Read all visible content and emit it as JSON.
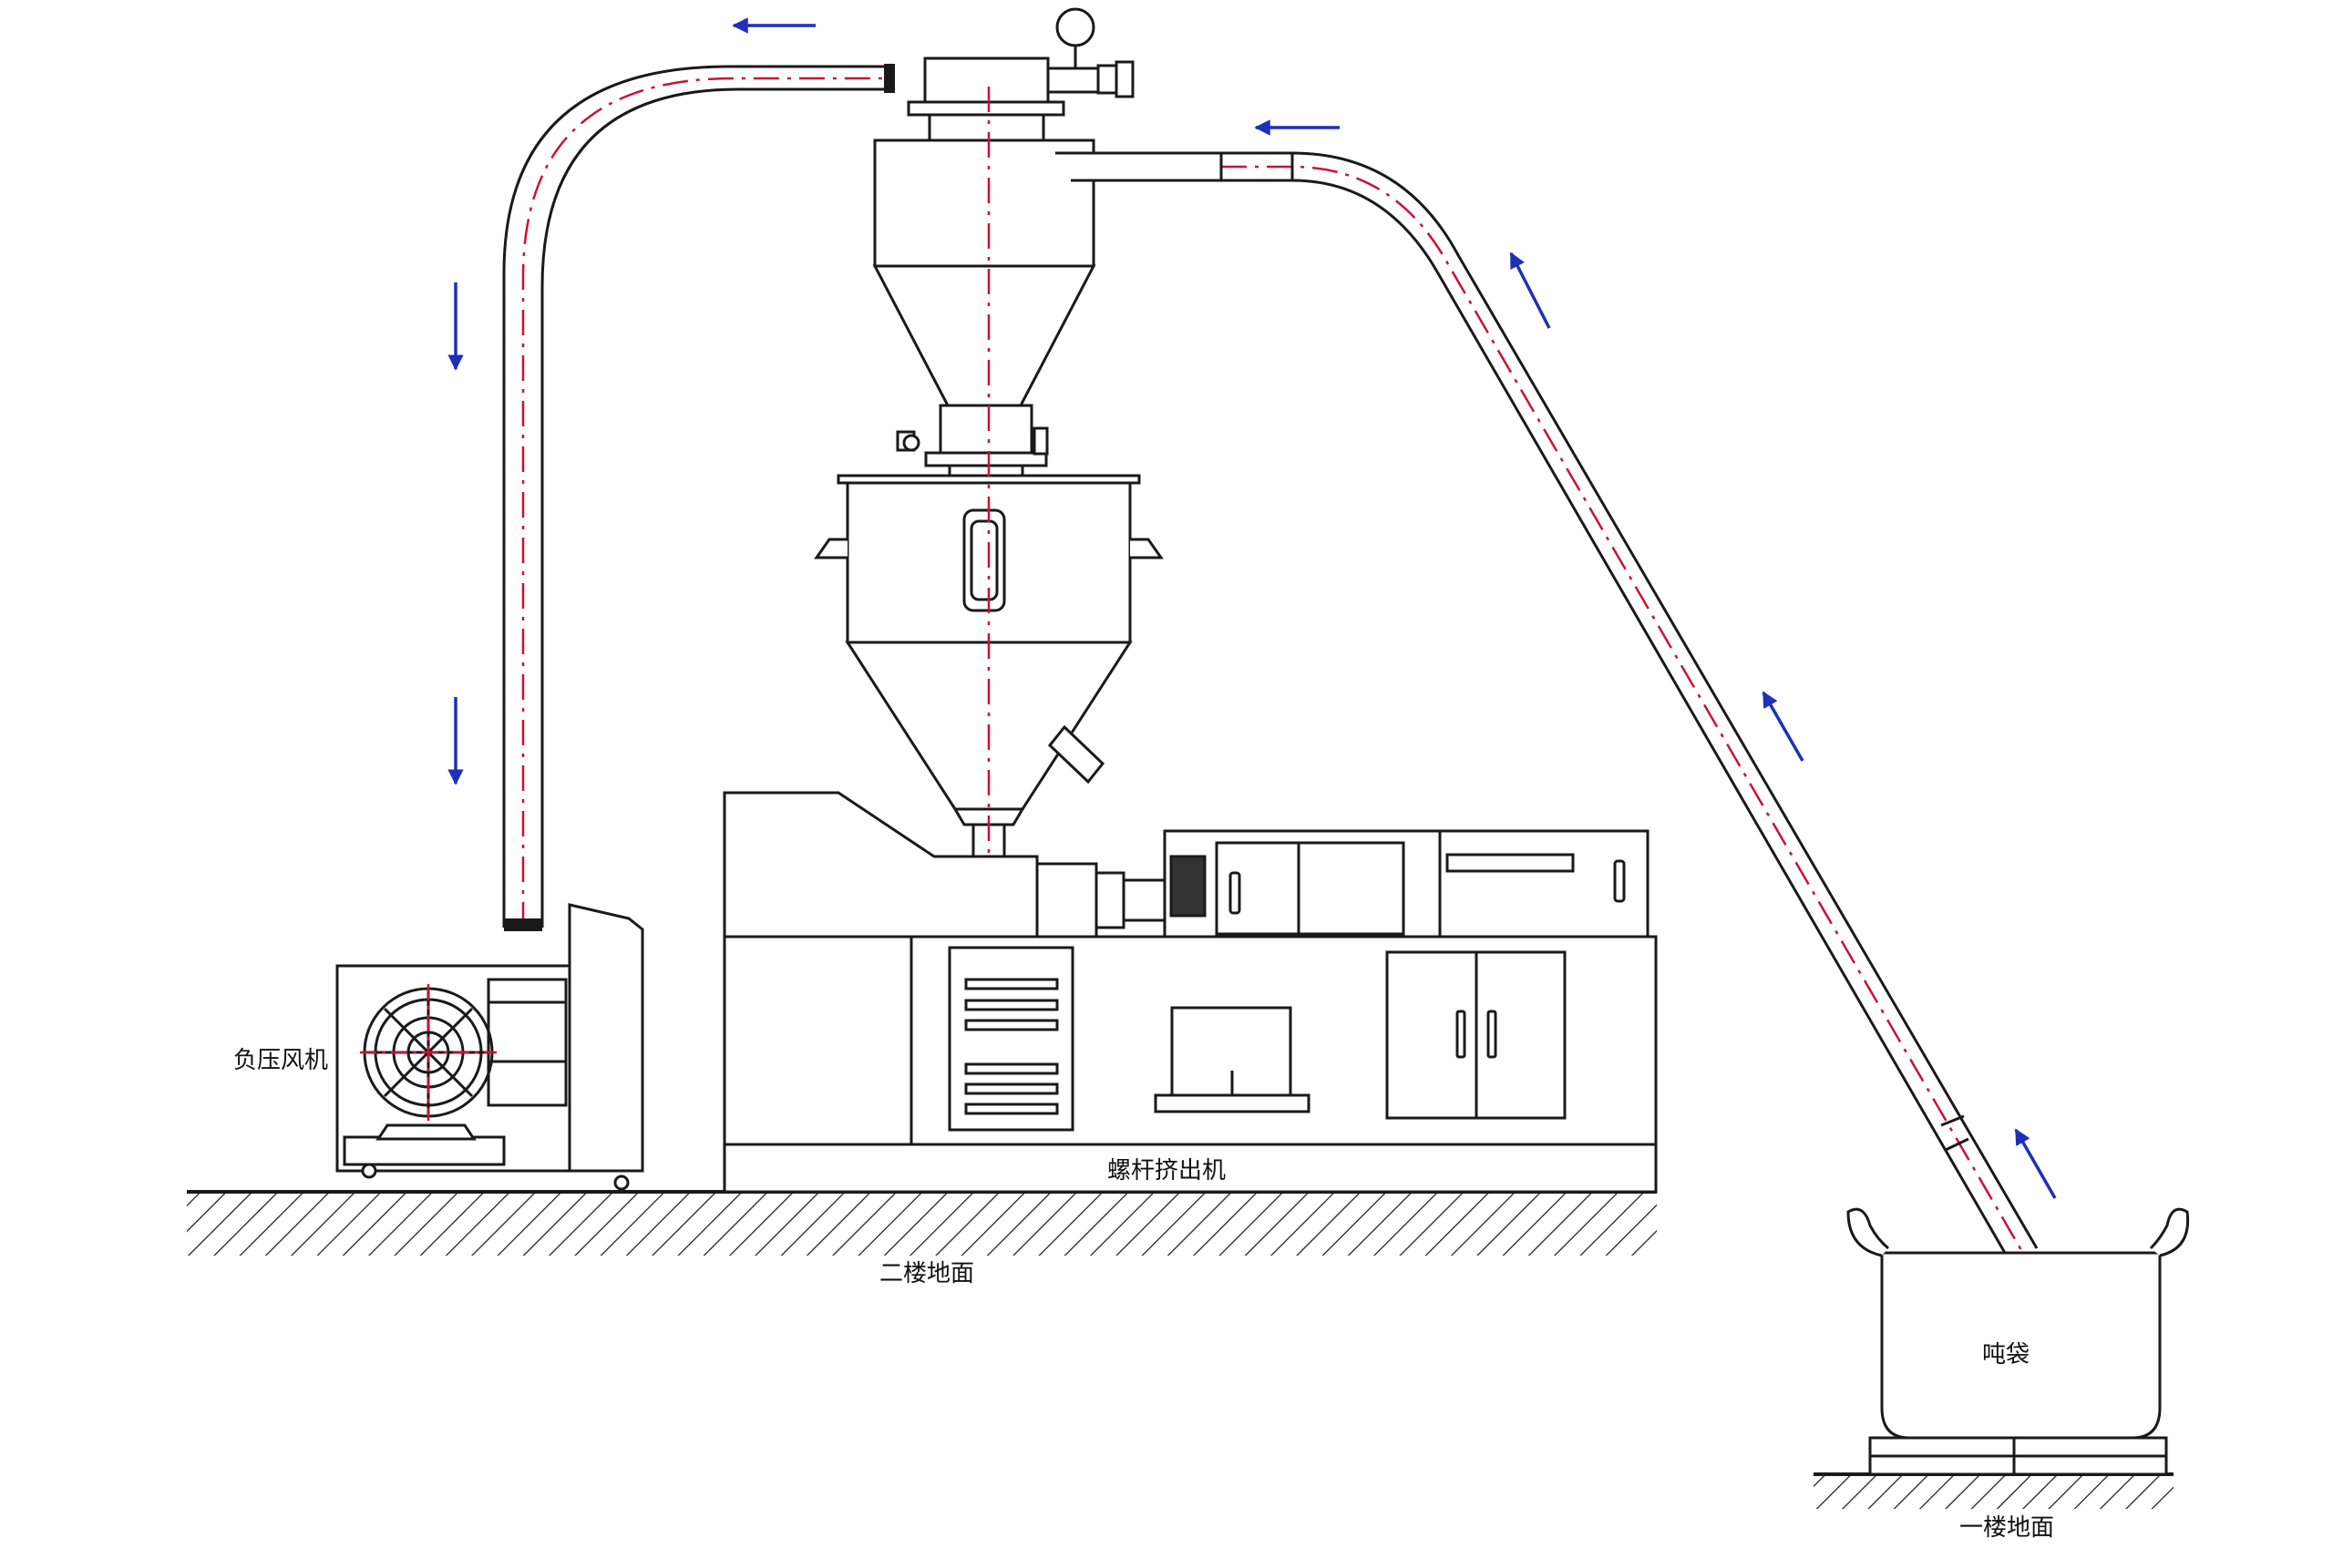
{
  "labels": {
    "blower": "负压风机",
    "extruder": "螺杆挤出机",
    "floor2": "二楼地面",
    "bag": "吨袋",
    "floor1": "一楼地面"
  },
  "colors": {
    "line": "#1a1a1a",
    "centerline": "#cc1133",
    "flow_arrow": "#1f2fb8",
    "background": "#ffffff"
  },
  "icons": {
    "flow": "arrow-icon",
    "gauge": "pressure-gauge-icon",
    "fan": "fan-icon"
  }
}
